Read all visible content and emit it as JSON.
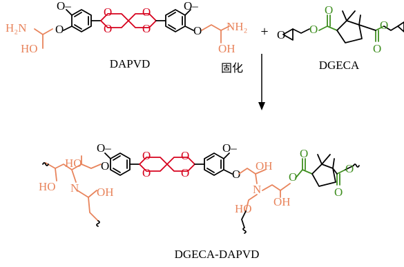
{
  "reactant_a": {
    "name": "DAPVD",
    "atoms": {
      "h2n": "H₂N",
      "nh2": "NH₂",
      "ho": "HO",
      "oh": "OH",
      "o": "O",
      "methoxy": "O–"
    }
  },
  "reactant_b": {
    "name": "DGECA",
    "atoms": {
      "o": "O"
    }
  },
  "plus": "+",
  "condition": "固化",
  "product": {
    "name": "DGECA-DAPVD",
    "atoms": {
      "ho": "HO",
      "oh": "OH",
      "n": "N",
      "o": "O",
      "methoxy": "O–"
    }
  },
  "colors": {
    "amine_segment": "#E8845C",
    "spiroacetal_core": "#D6001C",
    "acid_segment": "#3E8E1F",
    "bonds": "#000000"
  }
}
